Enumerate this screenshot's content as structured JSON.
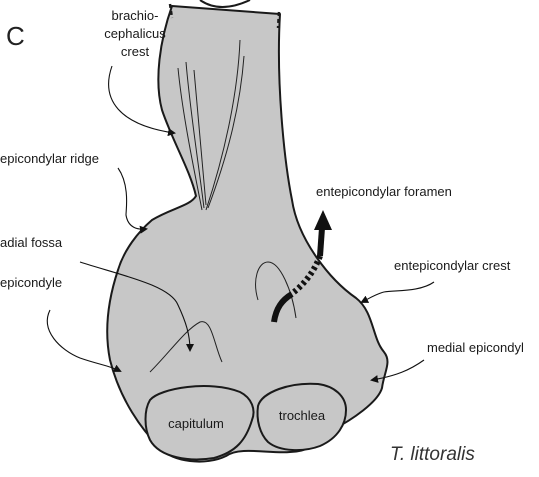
{
  "panel_letter": "C",
  "taxon": "T. littoralis",
  "labels": {
    "brachiocephalicus_line1": "brachio-",
    "brachiocephalicus_line2": "cephalicus",
    "brachiocephalicus_line3": "crest",
    "epicondylar_ridge": "epicondylar ridge",
    "entepicondylar_foramen": "entepicondylar foramen",
    "radial_fossa": "adial fossa",
    "lateral_epicondyle": "epicondyle",
    "entepicondylar_crest": "entepicondylar crest",
    "medial_epicondyle": "medial epicondyl",
    "capitulum": "capitulum",
    "trochlea": "trochlea"
  },
  "colors": {
    "bone_fill": "#c7c7c7",
    "outline": "#1a1a1a",
    "background": "#ffffff"
  }
}
